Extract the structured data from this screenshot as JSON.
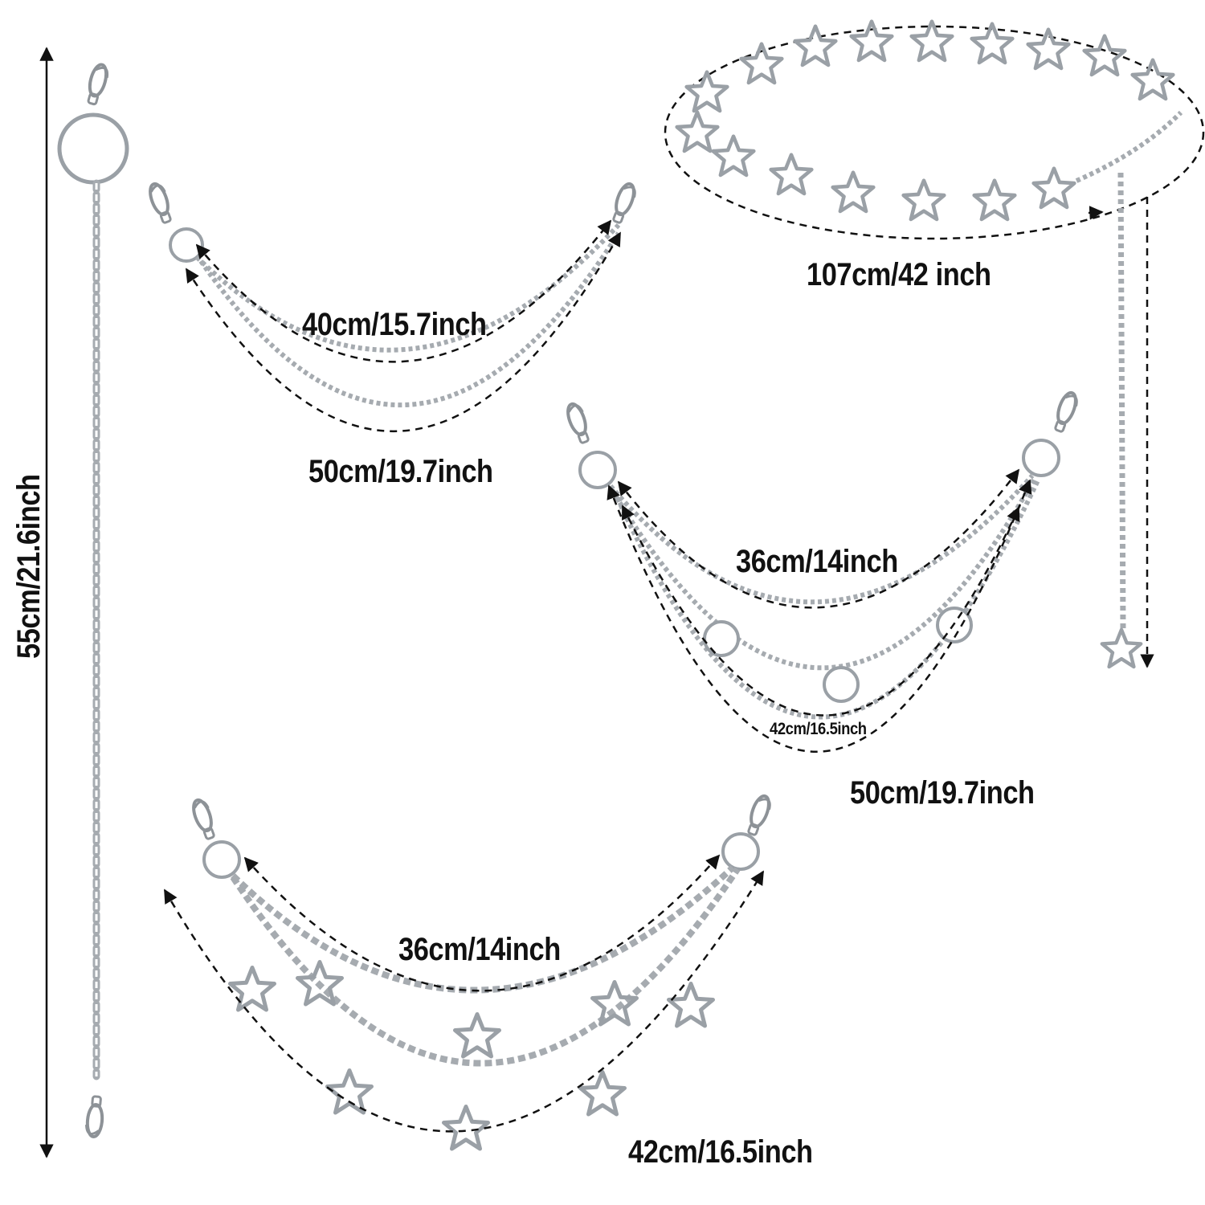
{
  "measurements": {
    "long_chain_length": "55cm/21.6inch",
    "star_belt_length": "107cm/42 inch",
    "double_chain_short": "40cm/15.7inch",
    "double_chain_long": "50cm/19.7inch",
    "ring_chain_top": "36cm/14inch",
    "ring_chain_middle": "42cm/16.5inch",
    "ring_chain_bottom": "50cm/19.7inch",
    "star_charm_chain_top": "36cm/14inch",
    "star_charm_chain_bottom": "42cm/16.5inch"
  },
  "colors": {
    "metal": "#b9bcc0",
    "metal_dark": "#7d8186",
    "dimension_line": "#111111",
    "text": "#111111",
    "background": "#ffffff"
  }
}
